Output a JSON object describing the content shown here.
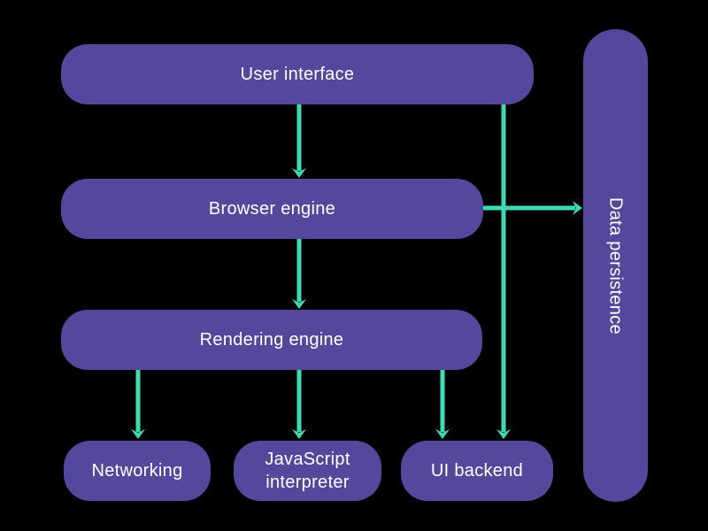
{
  "diagram": {
    "kind": "browser-architecture-flowchart",
    "background_color": "#000000",
    "node_fill_color": "#53489b",
    "arrow_color": "#3edab3",
    "text_color": "#ffffff",
    "nodes": {
      "user_interface": {
        "label": "User interface"
      },
      "browser_engine": {
        "label": "Browser engine"
      },
      "rendering_engine": {
        "label": "Rendering engine"
      },
      "networking": {
        "label": "Networking"
      },
      "javascript_interpreter": {
        "label": "JavaScript interpreter"
      },
      "ui_backend": {
        "label": "UI backend"
      },
      "data_persistence": {
        "label": "Data persistence"
      }
    },
    "edges": [
      {
        "from": "User interface",
        "to": "Browser engine"
      },
      {
        "from": "User interface",
        "to": "UI backend"
      },
      {
        "from": "Browser engine",
        "to": "Data persistence"
      },
      {
        "from": "Browser engine",
        "to": "Rendering engine"
      },
      {
        "from": "Rendering engine",
        "to": "Networking"
      },
      {
        "from": "Rendering engine",
        "to": "JavaScript interpreter"
      },
      {
        "from": "Rendering engine",
        "to": "UI backend"
      }
    ]
  }
}
